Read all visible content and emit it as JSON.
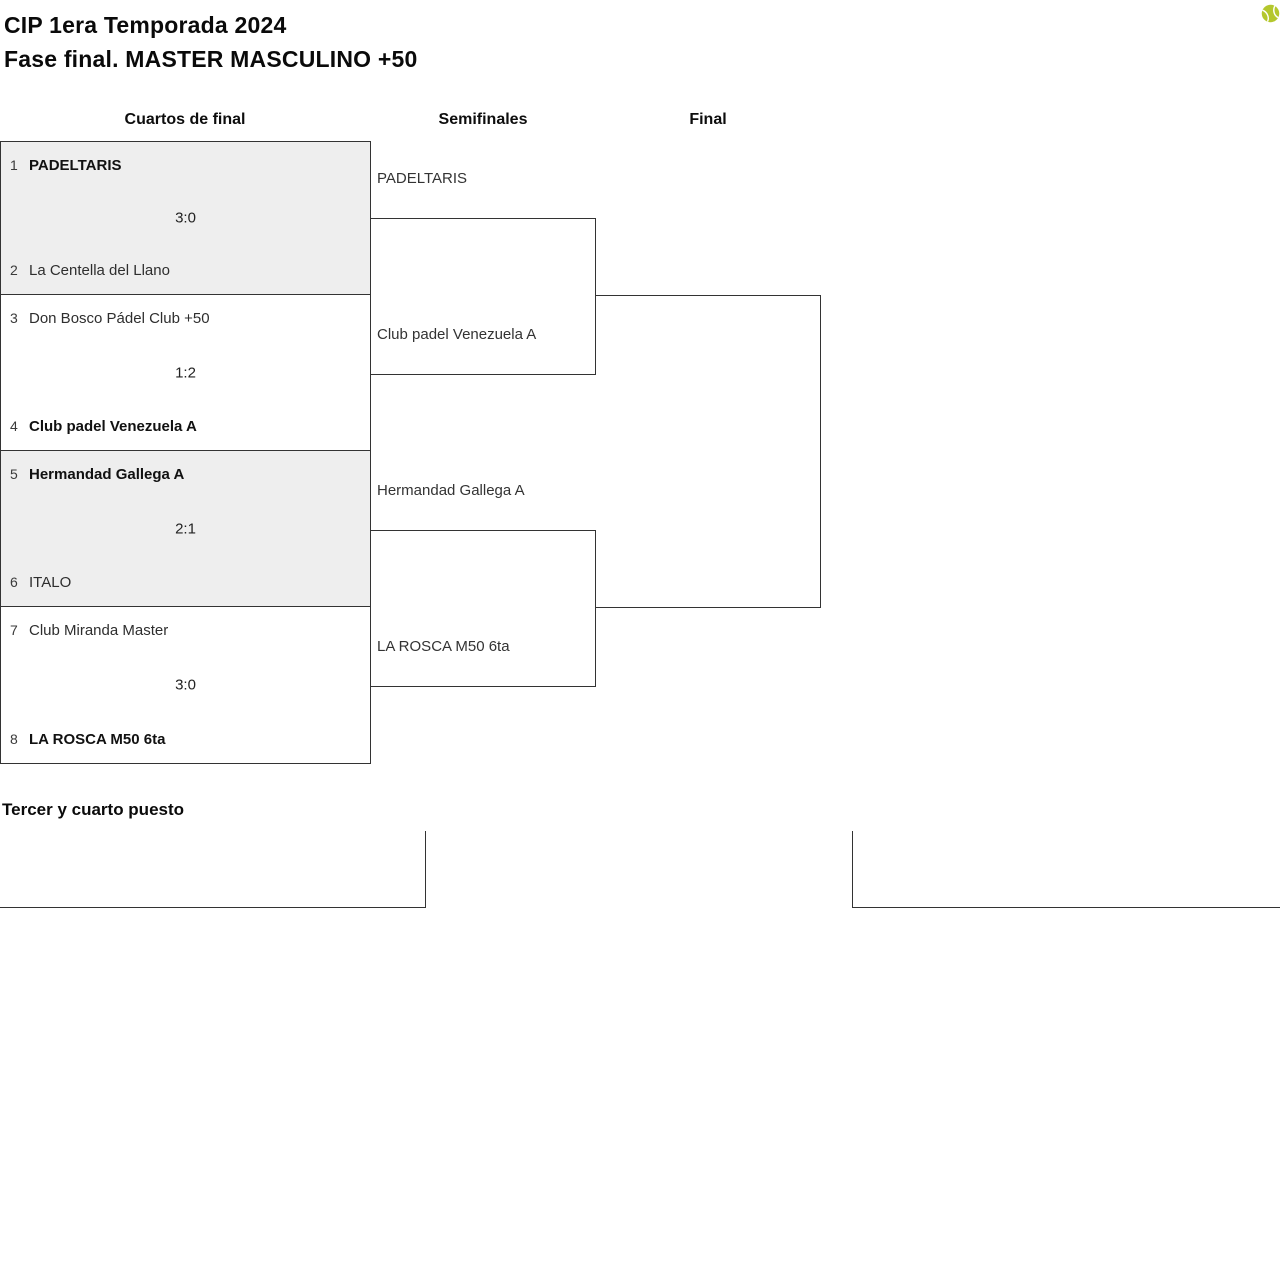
{
  "title": {
    "line1": "CIP 1era Temporada 2024",
    "line2": "Fase final. MASTER MASCULINO +50"
  },
  "rounds": {
    "quarterfinals": "Cuartos de final",
    "semifinals": "Semifinales",
    "final": "Final"
  },
  "bracket": {
    "quarterfinals": [
      {
        "seed_top": "1",
        "team_top": "PADELTARIS",
        "score": "3:0",
        "seed_bottom": "2",
        "team_bottom": "La Centella del Llano"
      },
      {
        "seed_top": "3",
        "team_top": "Don Bosco Pádel Club +50",
        "score": "1:2",
        "seed_bottom": "4",
        "team_bottom": "Club padel Venezuela A"
      },
      {
        "seed_top": "5",
        "team_top": "Hermandad Gallega A",
        "score": "2:1",
        "seed_bottom": "6",
        "team_bottom": "ITALO"
      },
      {
        "seed_top": "7",
        "team_top": "Club Miranda Master",
        "score": "3:0",
        "seed_bottom": "8",
        "team_bottom": "LA ROSCA M50 6ta"
      }
    ],
    "semifinals": [
      {
        "team_top": "PADELTARIS",
        "team_bottom": "Club padel Venezuela A"
      },
      {
        "team_top": "Hermandad Gallega A",
        "team_bottom": "LA ROSCA M50 6ta"
      }
    ]
  },
  "third_place": {
    "heading": "Tercer y cuarto puesto"
  },
  "icons": {
    "tennis_ball": "tennis-ball-icon"
  },
  "colors": {
    "ball": "#b4c72d",
    "shaded_box": "#eeeeee",
    "border": "#333333"
  }
}
